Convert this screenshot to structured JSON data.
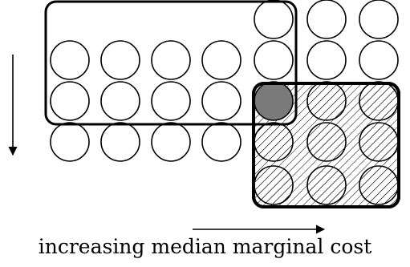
{
  "caption": "increasing median marginal cost",
  "colors": {
    "stroke": "#000000",
    "background": "#ffffff",
    "overlap_fill": "#7a7a7a",
    "hatch": "#000000"
  },
  "grid": {
    "columns": 7,
    "rows": 5,
    "present_cells": [
      [
        0,
        4
      ],
      [
        0,
        5
      ],
      [
        0,
        6
      ],
      [
        1,
        0
      ],
      [
        1,
        1
      ],
      [
        1,
        2
      ],
      [
        1,
        3
      ],
      [
        1,
        4
      ],
      [
        1,
        5
      ],
      [
        1,
        6
      ],
      [
        2,
        0
      ],
      [
        2,
        1
      ],
      [
        2,
        2
      ],
      [
        2,
        3
      ],
      [
        2,
        4
      ],
      [
        2,
        5
      ],
      [
        2,
        6
      ],
      [
        3,
        0
      ],
      [
        3,
        1
      ],
      [
        3,
        2
      ],
      [
        3,
        3
      ],
      [
        3,
        4
      ],
      [
        3,
        5
      ],
      [
        3,
        6
      ],
      [
        4,
        4
      ],
      [
        4,
        5
      ],
      [
        4,
        6
      ]
    ],
    "outline_group": {
      "rows": [
        0,
        2
      ],
      "cols": [
        0,
        4
      ]
    },
    "hatched_group": {
      "rows": [
        2,
        4
      ],
      "cols": [
        4,
        6
      ]
    },
    "overlap_cell": [
      2,
      4
    ]
  },
  "arrows": {
    "vertical": "down",
    "horizontal": "right"
  }
}
